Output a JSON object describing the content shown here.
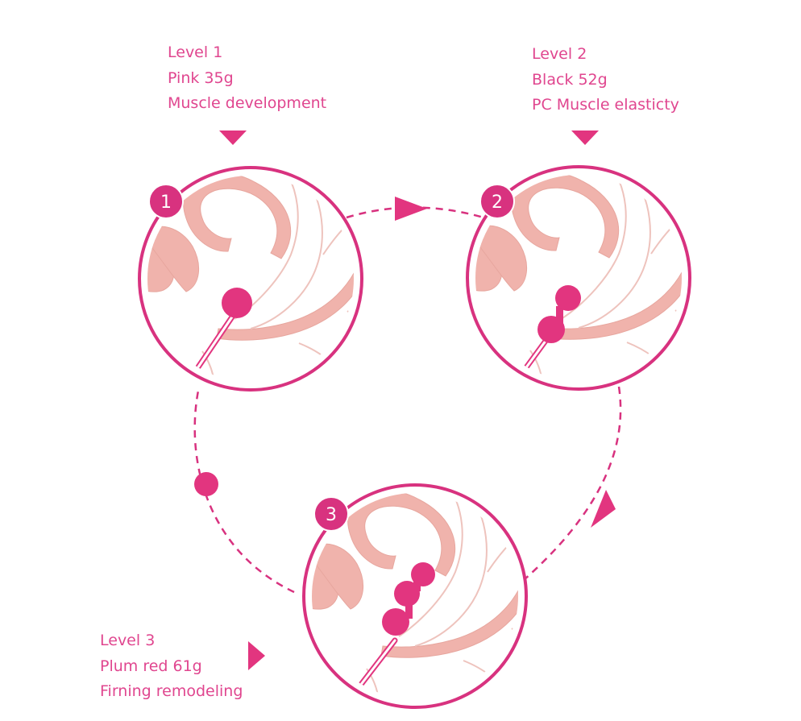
{
  "levels": [
    {
      "number": "1",
      "title": "Level 1",
      "weight": "Pink 35g",
      "benefit": "Muscle development"
    },
    {
      "number": "2",
      "title": "Level 2",
      "weight": "Black 52g",
      "benefit": "PC Muscle elasticty"
    },
    {
      "number": "3",
      "title": "Level 3",
      "weight": "Plum red 61g",
      "benefit": "Firning remodeling"
    }
  ],
  "colors": {
    "accent": "#e0468f",
    "ring": "#d8327f",
    "ball": "#e2357f",
    "anatomy_fill": "#f0b3ac",
    "anatomy_line": "#eec3bd"
  },
  "icons": [
    "down-triangle-icon",
    "right-triangle-icon",
    "flow-arrow-icon",
    "flow-dot-icon"
  ]
}
